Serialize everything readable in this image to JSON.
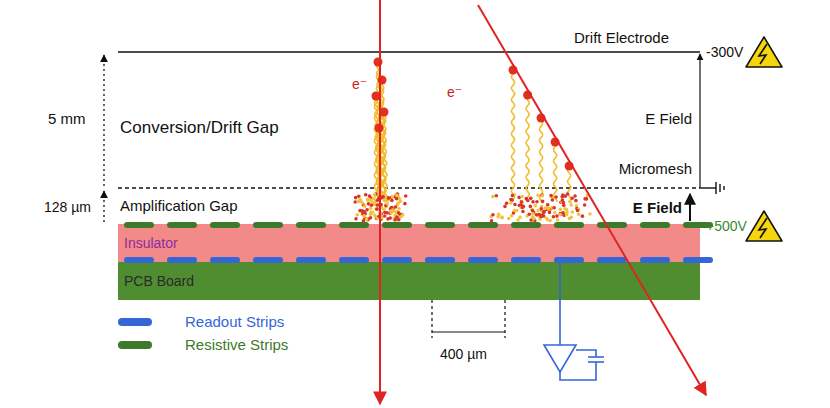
{
  "diagram": {
    "nodes": [
      {
        "text": [
          "Insulator"
        ]
      },
      {
        "text": [
          "PCB Board"
        ]
      }
    ],
    "labels": [
      "Drift Electrode",
      "-300V",
      "5 mm",
      "Conversion/Drift Gap",
      "e⁻",
      "e⁻",
      "E Field",
      "Micromesh",
      "128 µm",
      "Amplification Gap",
      "E Field",
      "+500V",
      "400 µm"
    ],
    "legend": [
      {
        "text": "Readout Strips",
        "color": "#3566d6"
      },
      {
        "text": "Resistive Strips",
        "color": "#3d7a2b"
      }
    ]
  }
}
